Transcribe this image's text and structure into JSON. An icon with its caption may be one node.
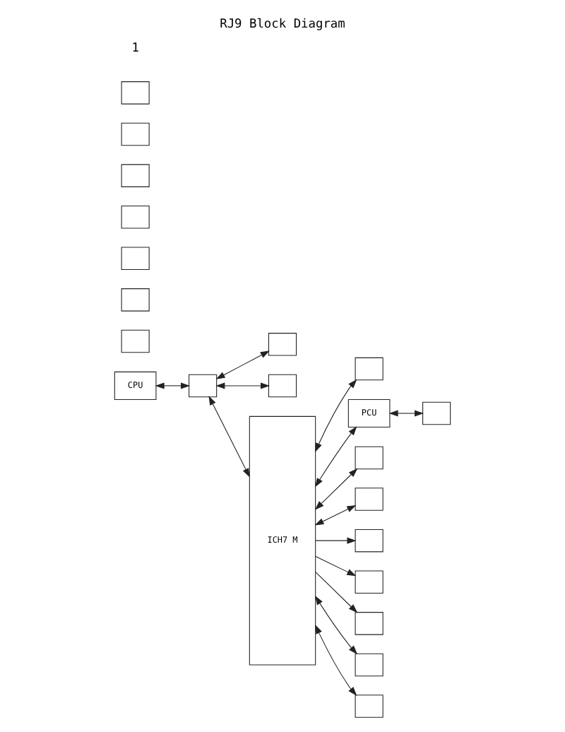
{
  "diagram": {
    "title": "RJ9 Block Diagram",
    "nodes": [
      {
        "text": [
          "CPU"
        ]
      },
      {
        "text": [],
        "shape": "box"
      },
      {
        "text": [],
        "shape": "box"
      },
      {
        "text": [],
        "shape": "box"
      },
      {
        "text": [
          "ICH7 M"
        ]
      },
      {
        "text": [],
        "shape": "box"
      },
      {
        "text": [],
        "shape": "box"
      },
      {
        "text": [
          "PCU"
        ]
      },
      {
        "text": [],
        "shape": "box"
      },
      {
        "text": [],
        "shape": "box"
      },
      {
        "text": [],
        "shape": "box"
      },
      {
        "text": [],
        "shape": "box"
      },
      {
        "text": [],
        "shape": "box"
      },
      {
        "text": [],
        "shape": "box"
      },
      {
        "text": [],
        "shape": "box"
      },
      {
        "text": [],
        "shape": "box"
      },
      {
        "text": [],
        "shape": "box"
      },
      {
        "text": [],
        "shape": "box"
      },
      {
        "text": [],
        "shape": "box"
      },
      {
        "text": [],
        "shape": "box"
      },
      {
        "text": [],
        "shape": "box"
      },
      {
        "text": [],
        "shape": "box"
      }
    ],
    "edges": [
      {
        "from": 0,
        "to": 1,
        "arrow": "both"
      },
      {
        "from": 1,
        "to": 2,
        "arrow": "both"
      },
      {
        "from": 1,
        "to": 3,
        "arrow": "both"
      },
      {
        "from": 1,
        "to": 4,
        "arrow": "both"
      },
      {
        "from": 4,
        "to": 6,
        "arrow": "both"
      },
      {
        "from": 4,
        "to": 9,
        "arrow": "both"
      },
      {
        "from": 4,
        "to": 7,
        "arrow": "both"
      },
      {
        "from": 7,
        "to": 8,
        "arrow": "both"
      },
      {
        "from": 4,
        "to": 10,
        "arrow": "both"
      },
      {
        "from": 4,
        "to": 16,
        "arrow": "both"
      },
      {
        "from": 4,
        "to": 17,
        "arrow": "both"
      },
      {
        "from": 4,
        "to": 13,
        "arrow": "to"
      },
      {
        "from": 4,
        "to": 14,
        "arrow": "to"
      },
      {
        "from": 4,
        "to": 15,
        "arrow": "to"
      }
    ],
    "labels": [
      "1"
    ]
  }
}
